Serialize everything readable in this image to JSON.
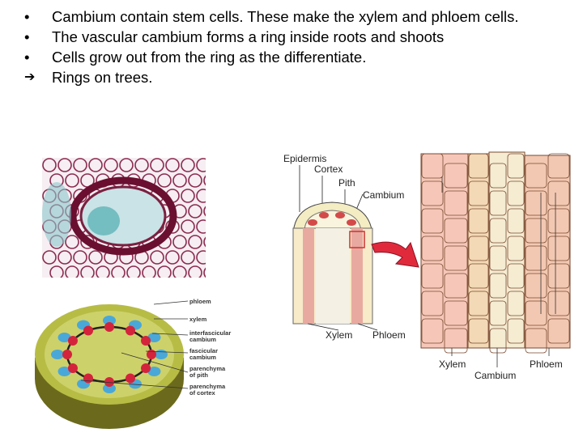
{
  "bullets": [
    {
      "marker": "•",
      "text": "Cambium contain stem cells. These make the xylem and phloem cells."
    },
    {
      "marker": "•",
      "text": "The vascular cambium forms a ring inside roots and shoots"
    },
    {
      "marker": "•",
      "text": "Cells grow out from the ring as the differentiate."
    },
    {
      "marker": "➔",
      "text": "Rings on trees."
    }
  ],
  "stem_diagram": {
    "labels": {
      "phloem": "phloem",
      "xylem": "xylem",
      "interfascicular": "interfascicular cambium",
      "fascicular": "fascicular cambium",
      "pith": "parenchyma of pith",
      "cortex": "parenchyma of cortex"
    }
  },
  "shoot_diagram": {
    "labels": {
      "epidermis": "Epidermis",
      "cortex": "Cortex",
      "pith": "Pith",
      "cambium": "Cambium",
      "xylem": "Xylem",
      "phloem": "Phloem"
    }
  },
  "cell_diagram": {
    "labels": {
      "xylem": "Xylem",
      "cambium": "Cambium",
      "phloem": "Phloem"
    }
  }
}
